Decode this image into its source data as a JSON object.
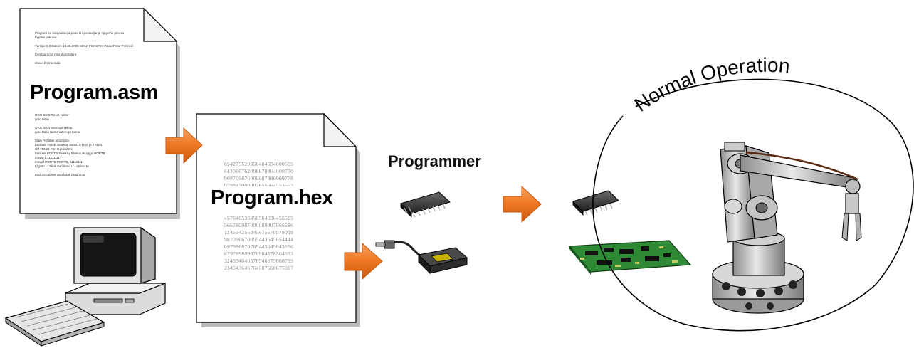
{
  "asm_doc": {
    "title": "Program.asm",
    "header_lines": [
      "Program za inicijalizaciju porta B i postavljanje njegovih pinova",
      "logičke jedinice",
      "",
      "Verzija: 1.0  Datum: 10.06.2006  MCU: PIC16F84  Pisao:Petar Petrović",
      "",
      "Konfiguracija mikrokontrolera",
      "",
      "               stavio brzinu rada"
    ],
    "body_lines": [
      "               ORG 0x00  Reset vektor",
      "               goto Main",
      "",
      "               ORG 0x04  Interrupt vektor",
      "               goto Main  Nema interrupt rutine",
      "",
      "Main   Početak programa",
      "        banksel TRISB  Selektuj banku u kojoj je TRISB",
      "        clrf          TRISB  Port B je izlazni",
      "        banksel   PORTB  Selektuj banku u kojoj je PORTB",
      "        movlw     b'11111111'",
      "        movwf    PORTB  PORTB=11111111",
      "Lf       goto  Lf  Skok na labelu Lf - stalno tu",
      "",
      "        End  Označava završetak programa"
    ]
  },
  "hex_doc": {
    "title": "Program.hex",
    "top_lines": [
      "654275620356484594000505",
      "643066762008670864008730",
      "908709876000987980909768",
      "979845000007655564553553"
    ],
    "bottom_lines": [
      "457646536456564536456565",
      "566780987000089807066586",
      "124534256345675678979099",
      "987096670055443545654444",
      "097986870765445645643556",
      "879789809870984576564533",
      "324534646576546675668799",
      "234543646764587568675987"
    ]
  },
  "labels": {
    "programmer": "Programmer",
    "normal_operation": "Normal Operation"
  },
  "colors": {
    "arrow": "#ee7722",
    "arrow_edge": "#c95a10",
    "pcb": "#3a8a3a",
    "text": "#000000"
  },
  "icons": [
    "computer-icon",
    "keyboard-icon",
    "chip-icon",
    "programmer-device-icon",
    "pcb-icon",
    "robot-arm-icon"
  ]
}
